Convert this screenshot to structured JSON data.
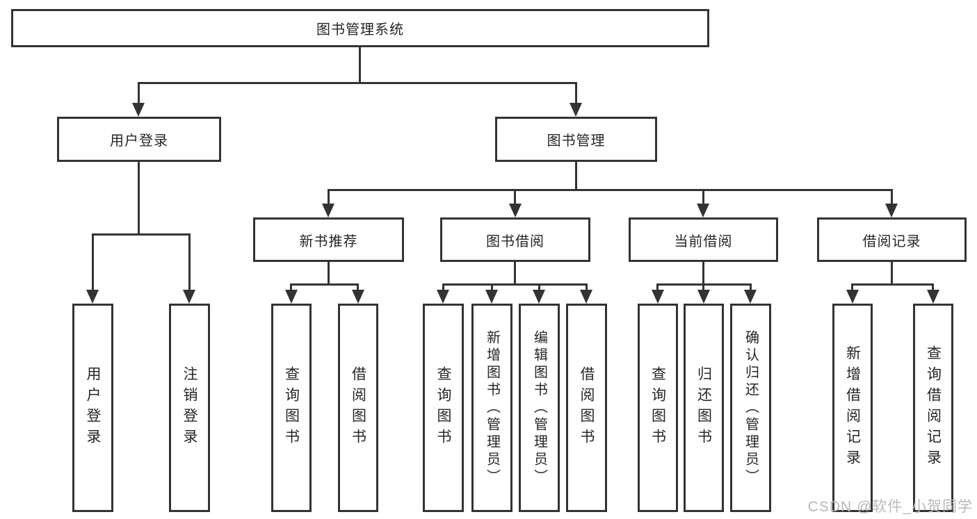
{
  "tree": {
    "label": "图书管理系统",
    "children": [
      {
        "label": "用户登录",
        "children": [
          {
            "label": "用户登录"
          },
          {
            "label": "注销登录"
          }
        ]
      },
      {
        "label": "图书管理",
        "children": [
          {
            "label": "新书推荐",
            "children": [
              {
                "label": "查询图书"
              },
              {
                "label": "借阅图书"
              }
            ]
          },
          {
            "label": "图书借阅",
            "children": [
              {
                "label": "查询图书"
              },
              {
                "label": "新增图书（管理员）"
              },
              {
                "label": "编辑图书（管理员）"
              },
              {
                "label": "借阅图书"
              }
            ]
          },
          {
            "label": "当前借阅",
            "children": [
              {
                "label": "查询图书"
              },
              {
                "label": "归还图书"
              },
              {
                "label": "确认归还（管理员）"
              }
            ]
          },
          {
            "label": "借阅记录",
            "children": [
              {
                "label": "新增借阅记录"
              },
              {
                "label": "查询借阅记录"
              }
            ]
          }
        ]
      }
    ]
  },
  "watermark": {
    "text": "CSDN @软件_小贺同学"
  },
  "colors": {
    "line": "#333333",
    "text": "#262626",
    "background": "#ffffff",
    "watermark": "#b8b8bc"
  }
}
